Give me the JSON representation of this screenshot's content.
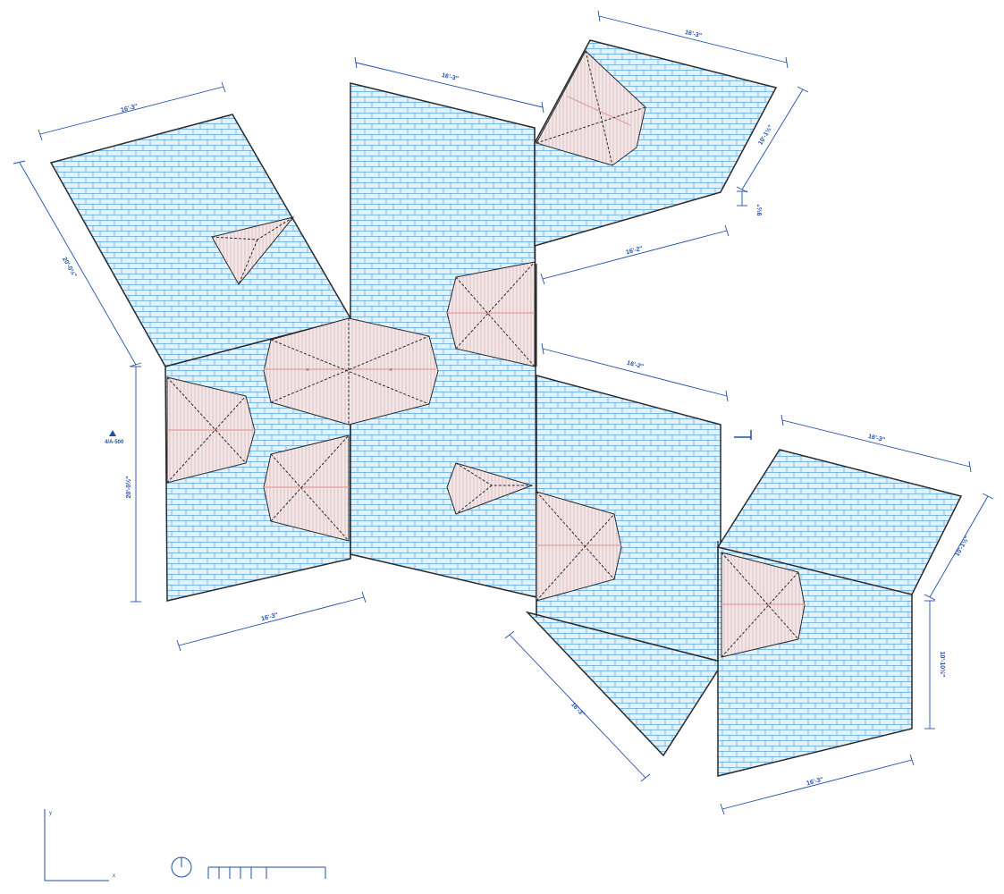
{
  "colors": {
    "dimension": "#1f4fa8",
    "roof_fill": "#e3f1fa",
    "roof_pattern": "#56a7dd",
    "dormer_fill": "#f3e6e6",
    "dormer_line": "#c9a0a0",
    "ridge": "#e0a0a0",
    "outline": "#2a2a2a"
  },
  "dimensions": [
    "16'-3\"",
    "20'-0½\"",
    "20'-0½\"",
    "16'-3\"",
    "16'-3\"",
    "16'-3\"",
    "10'-1½\"",
    "9½\"",
    "16'-2\"",
    "16'-2\"",
    "16'-3\"",
    "16'-3\"",
    "10'-1½\"",
    "10'-10½\"",
    "16'-3\""
  ],
  "section_ref": "4/A-500",
  "axes": {
    "x": "x",
    "y": "y"
  },
  "icons": [
    "north-arrow-icon",
    "scale-bar-icon",
    "section-marker-icon"
  ]
}
